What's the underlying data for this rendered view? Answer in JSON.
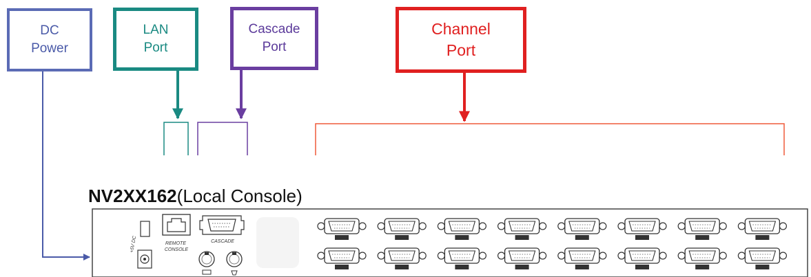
{
  "callouts": {
    "dc_power": {
      "line1": "DC",
      "line2": "Power",
      "color": "#5b6bb5"
    },
    "lan_port": {
      "line1": "LAN",
      "line2": "Port",
      "color": "#1a8a82"
    },
    "cascade_port": {
      "line1": "Cascade",
      "line2": "Port",
      "color": "#6a3ea0"
    },
    "channel_port": {
      "line1": "Channel",
      "line2": "Port",
      "color": "#e02020"
    }
  },
  "panel": {
    "model": "NV2XX162",
    "subtitle": "(Local Console)",
    "dc_label": "+5V DC",
    "remote_console_label": "REMOTE CONSOLE",
    "cascade_label": "CASCADE",
    "channel_rows": 2,
    "channel_cols": 8
  }
}
